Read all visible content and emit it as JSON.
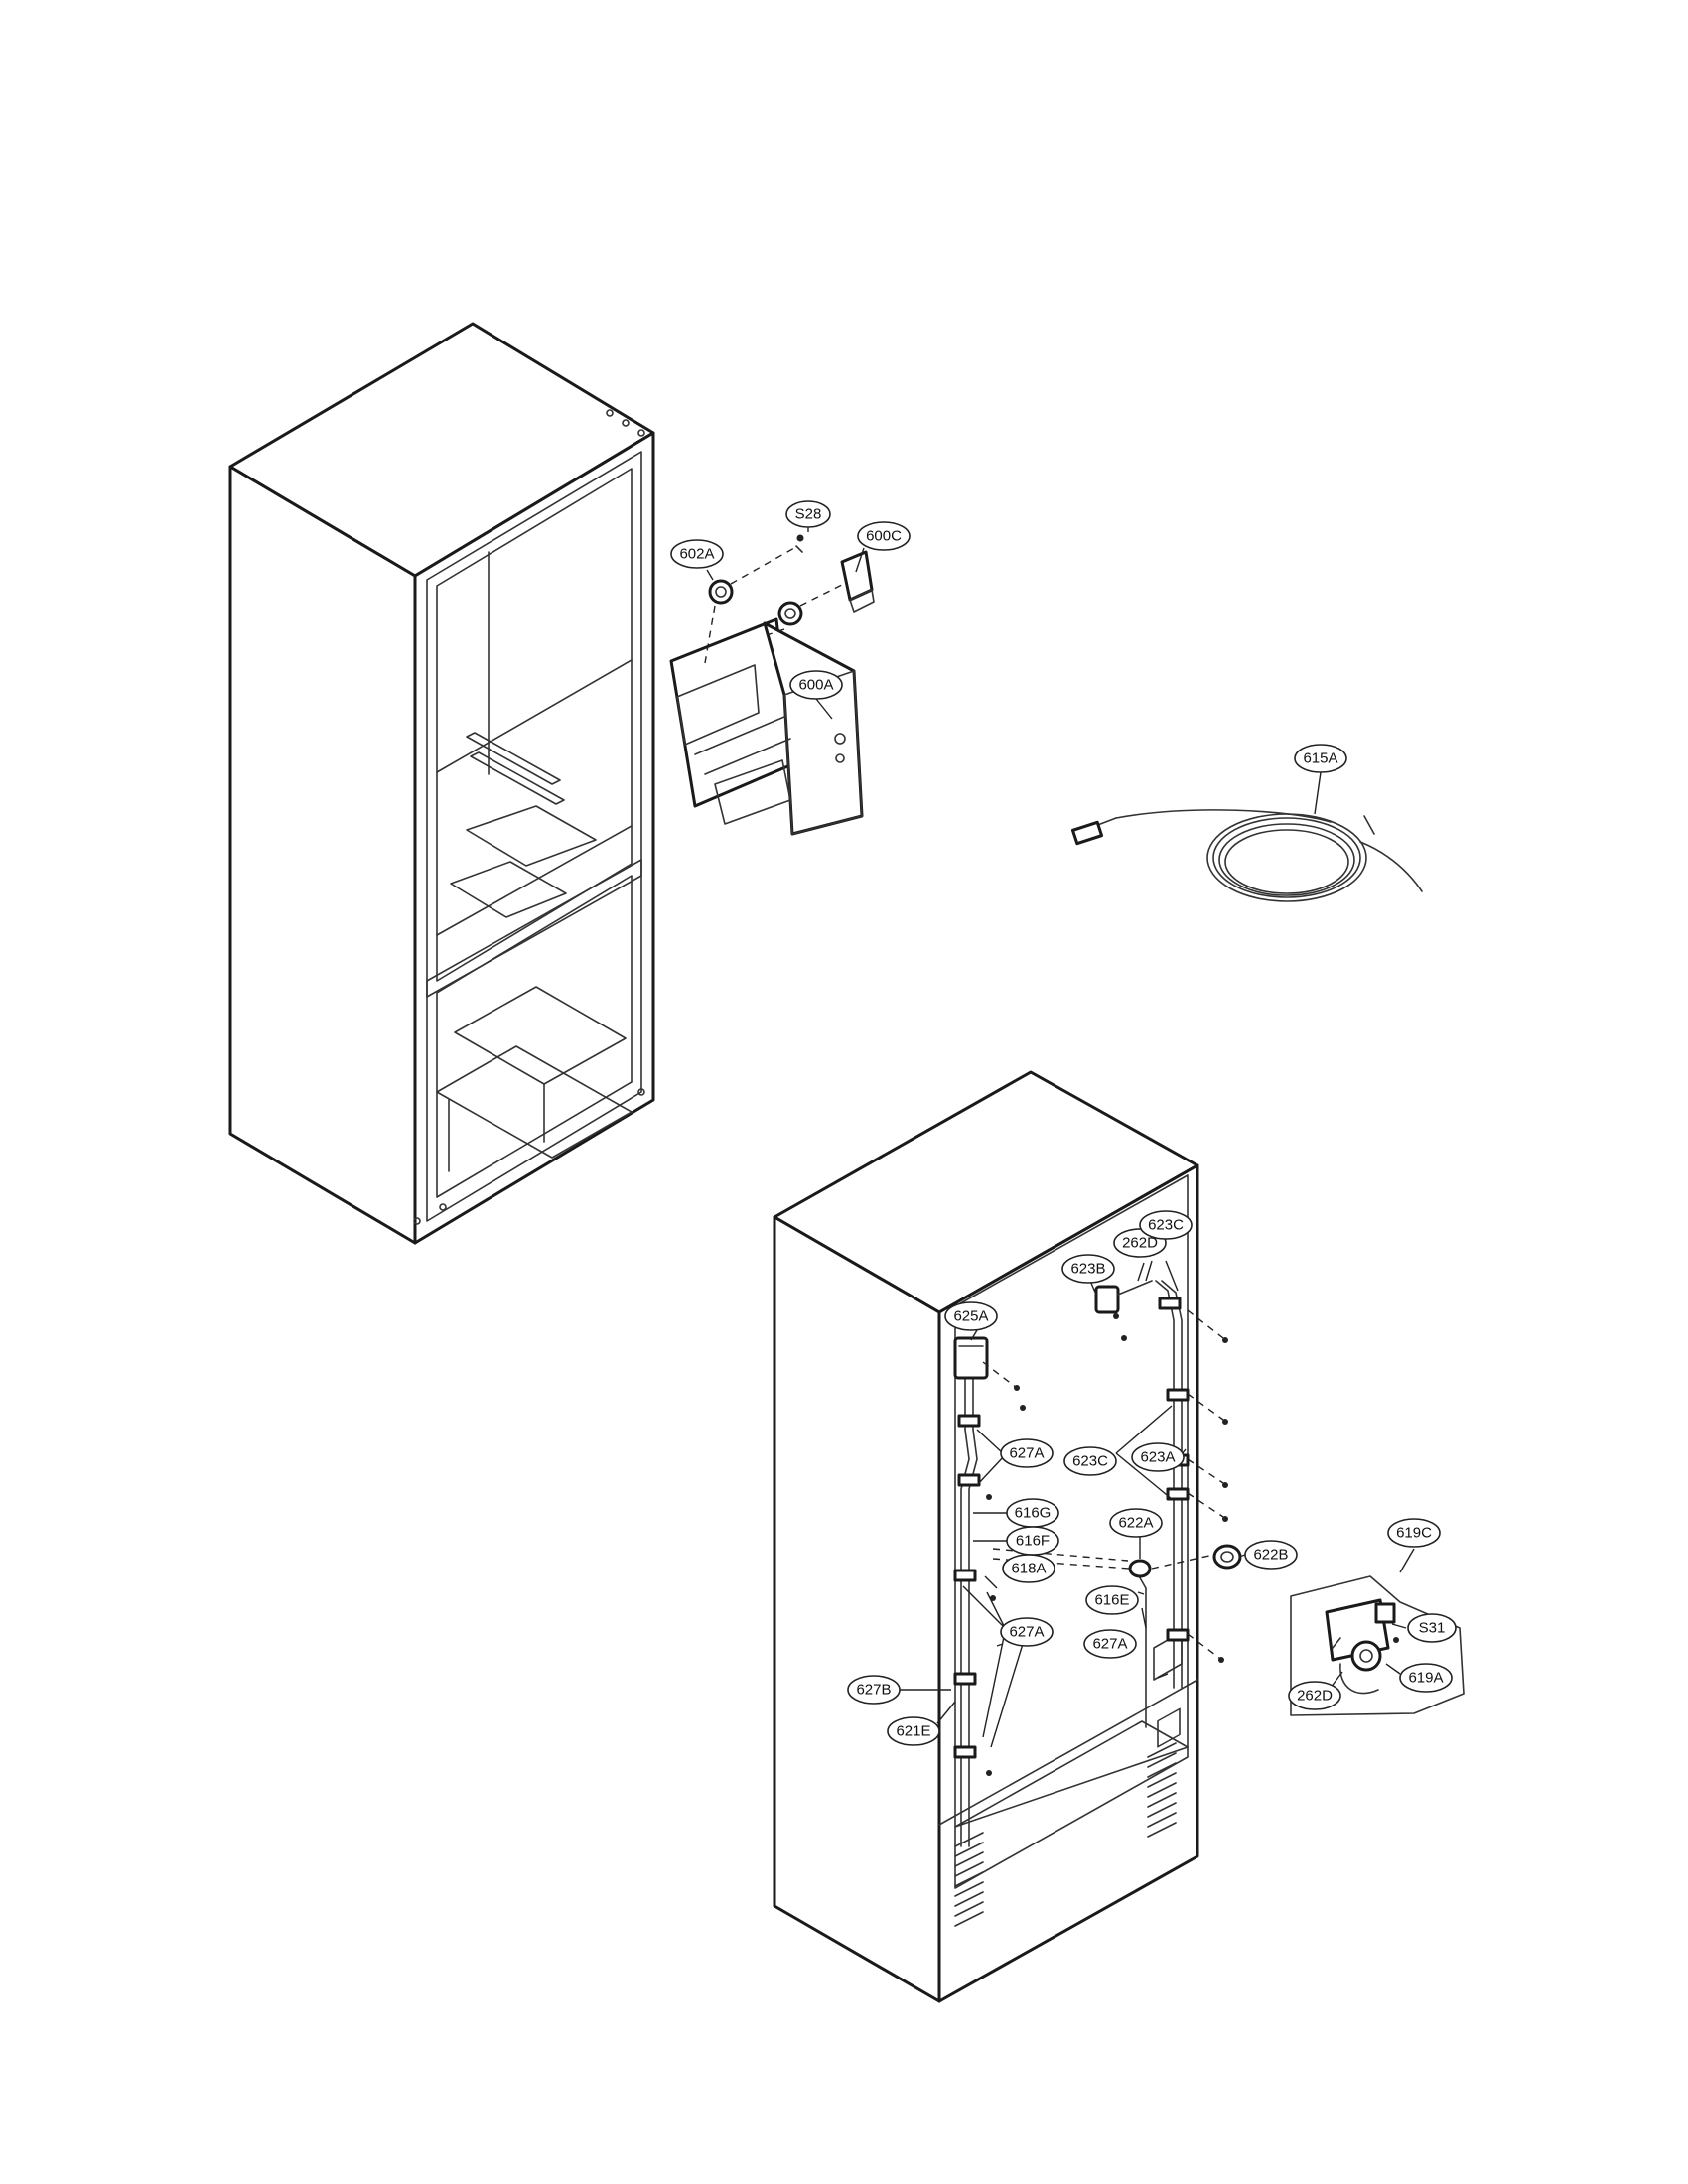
{
  "parts": {
    "p600A": "600A",
    "p600C": "600C",
    "p602A": "602A",
    "pS28": "S28",
    "p615A": "615A",
    "p262D_top": "262D",
    "p623C_top": "623C",
    "p623B": "623B",
    "p625A": "625A",
    "p627A_upper": "627A",
    "p623C_mid": "623C",
    "p623A": "623A",
    "p616G": "616G",
    "p616F": "616F",
    "p622A": "622A",
    "p622B": "622B",
    "p618A": "618A",
    "p616E": "616E",
    "p627A_right": "627A",
    "p627A_lower": "627A",
    "p627B": "627B",
    "p621E": "621E",
    "p619C": "619C",
    "pS31": "S31",
    "p619A": "619A",
    "p262D_valve": "262D"
  }
}
